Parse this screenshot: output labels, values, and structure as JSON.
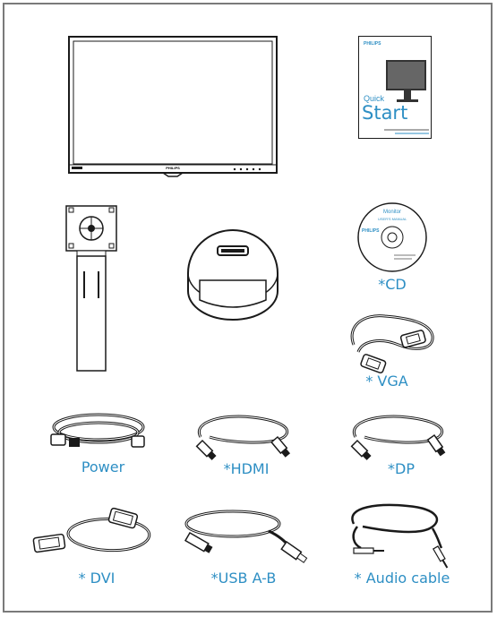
{
  "monitor": {
    "brand": "PHILIPS"
  },
  "quick_start": {
    "brand": "PHILIPS",
    "quick": "Quick",
    "start": "Start"
  },
  "cd": {
    "title": "Monitor",
    "subtitle": "USER'S MANUAL",
    "brand": "PHILIPS",
    "caption": "*CD"
  },
  "captions": {
    "vga": "* VGA",
    "power": "Power",
    "hdmi": "*HDMI",
    "dp": "*DP",
    "dvi": "* DVI",
    "usb": "*USB A-B",
    "audio": "* Audio cable"
  },
  "colors": {
    "accent": "#2e8fc4",
    "line": "#1a1a1a",
    "frame": "#7a7a7a"
  }
}
